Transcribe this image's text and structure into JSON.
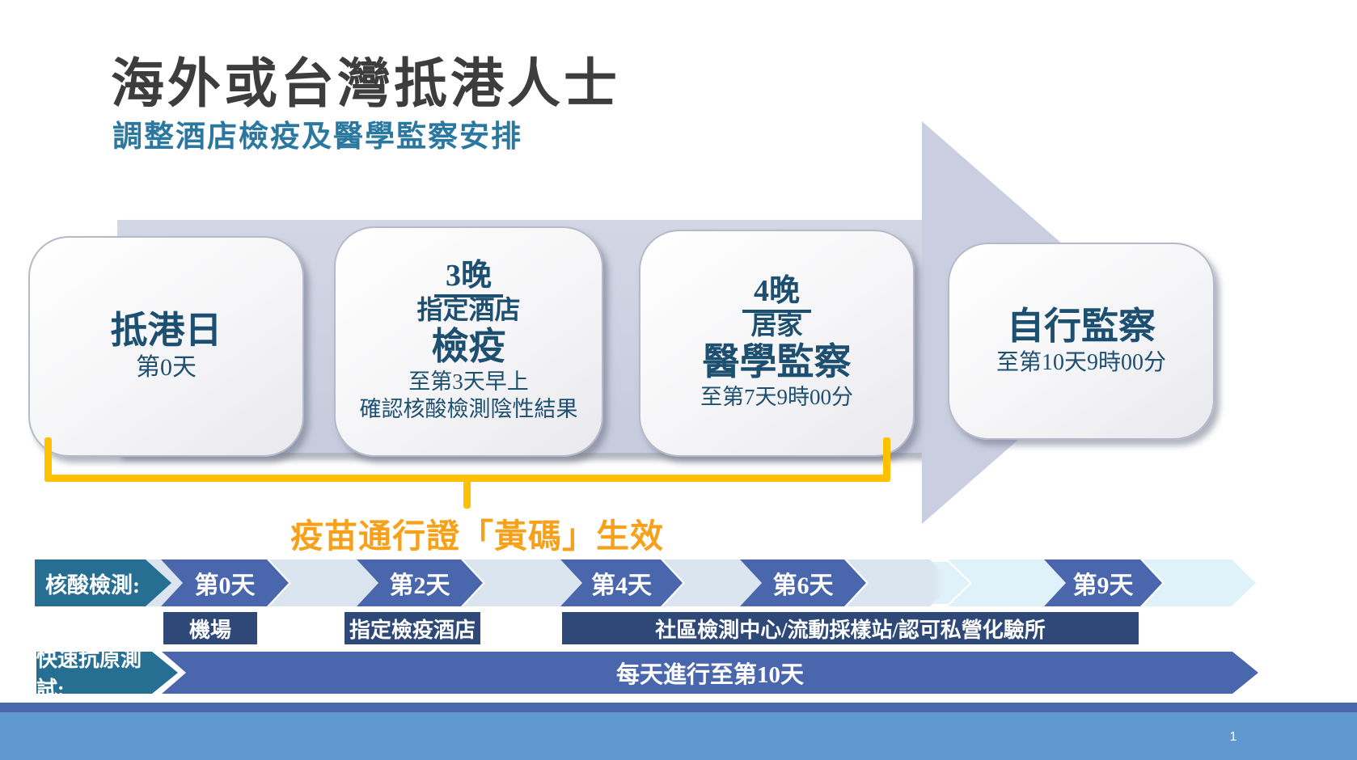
{
  "slide": {
    "title": "海外或台灣抵港人士",
    "subtitle": "調整酒店檢疫及醫學監察安排",
    "page_number": "1"
  },
  "flow": {
    "box1": {
      "heading": "抵港日",
      "sub": "第0天"
    },
    "box2": {
      "duration": "3晚",
      "place": "指定酒店",
      "heading": "檢疫",
      "note1": "至第3天早上",
      "note2": "確認核酸檢測陰性結果"
    },
    "box3": {
      "duration": "4晚",
      "place": "居家",
      "heading": "醫學監察",
      "note1": "至第7天9時00分"
    },
    "box4": {
      "heading": "自行監察",
      "sub": "至第10天9時00分"
    }
  },
  "vaccine_pass_note": "疫苗通行證「黃碼」生效",
  "nat": {
    "label": "核酸檢測:",
    "days": [
      "第0天",
      "第2天",
      "第4天",
      "第6天",
      "第9天"
    ]
  },
  "locations": {
    "airport": "機場",
    "hotel": "指定檢疫酒店",
    "community": "社區檢測中心/流動採樣站/認可私營化驗所"
  },
  "rat": {
    "label": "快速抗原測試:",
    "text": "每天進行至第10天"
  },
  "colors": {
    "accent_yellow": "#FFC000",
    "accent_orange": "#F7A11B",
    "box_text_navy": "#1D4F71",
    "teal_label": "#266F93",
    "chevron_blue": "#4A67AD",
    "location_navy": "#2E4978",
    "band_light_left": "#DBE5F0",
    "band_light_right": "#E0F2F9",
    "arrow_lavender": "#C9CFE0",
    "footer_dark": "#4B68AD",
    "footer_light": "#5F99CF"
  }
}
